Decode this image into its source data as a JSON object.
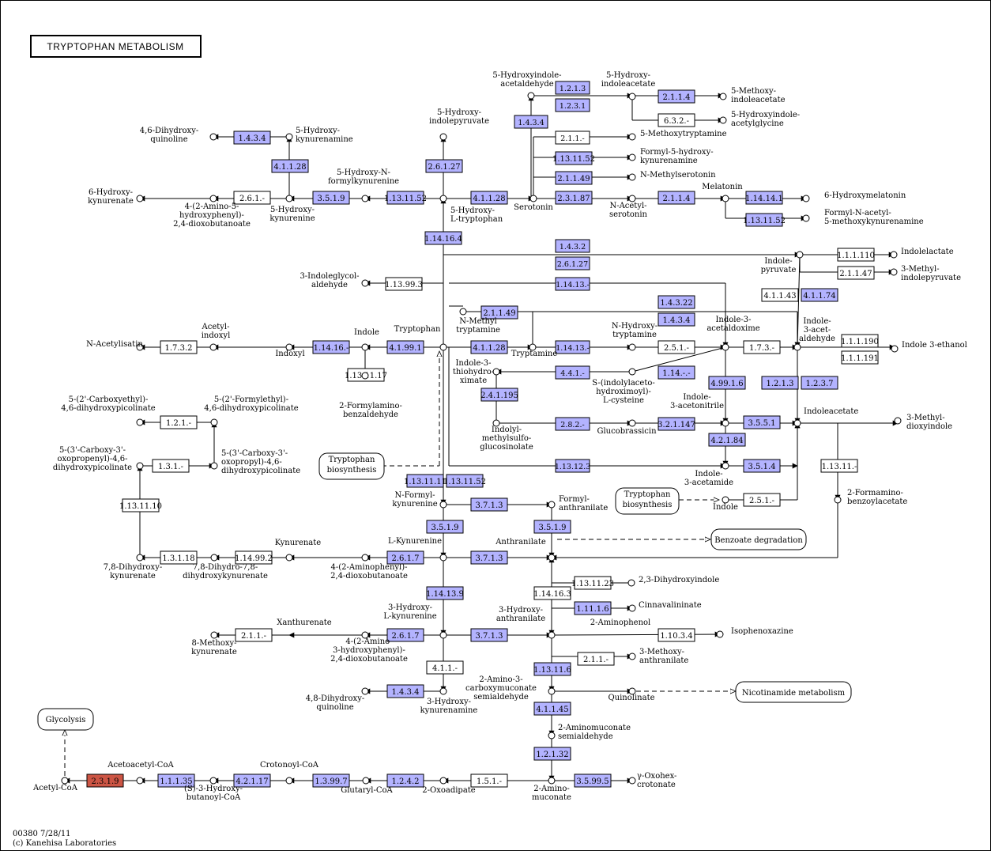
{
  "title": "TRYPTOPHAN METABOLISM",
  "footer": {
    "map_id": "00380 7/28/11",
    "copyright": "(c) Kanehisa Laboratories"
  },
  "colors": {
    "enzyme_present": "#b3b3ff",
    "enzyme_absent": "#ffffff",
    "enzyme_highlight": "#cc5544",
    "line": "#000000"
  },
  "enzymes": [
    {
      "label": "1.2.1.3",
      "hl": 1
    },
    {
      "label": "1.2.3.1",
      "hl": 1
    },
    {
      "label": "2.1.1.4",
      "hl": 1
    },
    {
      "label": "6.3.2.-",
      "hl": 0
    },
    {
      "label": "1.4.3.4",
      "hl": 1
    },
    {
      "label": "1.4.3.4",
      "hl": 1
    },
    {
      "label": "4.1.1.28",
      "hl": 1
    },
    {
      "label": "2.6.1.27",
      "hl": 1
    },
    {
      "label": "2.1.1.-",
      "hl": 0
    },
    {
      "label": "1.13.11.52",
      "hl": 1
    },
    {
      "label": "2.1.1.49",
      "hl": 1
    },
    {
      "label": "2.3.1.87",
      "hl": 1
    },
    {
      "label": "2.1.1.4",
      "hl": 1
    },
    {
      "label": "1.14.14.1",
      "hl": 1
    },
    {
      "label": "1.13.11.52",
      "hl": 1
    },
    {
      "label": "2.6.1.-",
      "hl": 0
    },
    {
      "label": "3.5.1.9",
      "hl": 1
    },
    {
      "label": "1.13.11.52",
      "hl": 1
    },
    {
      "label": "4.1.1.28",
      "hl": 1
    },
    {
      "label": "1.14.16.4",
      "hl": 1
    },
    {
      "label": "1.4.3.2",
      "hl": 1
    },
    {
      "label": "2.6.1.27",
      "hl": 1
    },
    {
      "label": "1.1.1.110",
      "hl": 0
    },
    {
      "label": "2.1.1.47",
      "hl": 0
    },
    {
      "label": "1.13.99.3",
      "hl": 0
    },
    {
      "label": "1.14.13.-",
      "hl": 1
    },
    {
      "label": "4.1.1.43",
      "hl": 0
    },
    {
      "label": "4.1.1.74",
      "hl": 1
    },
    {
      "label": "1.4.3.22",
      "hl": 1
    },
    {
      "label": "1.4.3.4",
      "hl": 1
    },
    {
      "label": "2.1.1.49",
      "hl": 1
    },
    {
      "label": "1.7.3.2",
      "hl": 0
    },
    {
      "label": "1.14.16.-",
      "hl": 1
    },
    {
      "label": "4.1.99.1",
      "hl": 1
    },
    {
      "label": "4.1.1.28",
      "hl": 1
    },
    {
      "label": "1.14.13.-",
      "hl": 1
    },
    {
      "label": "2.5.1.-",
      "hl": 0
    },
    {
      "label": "1.7.3.-",
      "hl": 0
    },
    {
      "label": "1.1.1.190",
      "hl": 0
    },
    {
      "label": "1.1.1.191",
      "hl": 0
    },
    {
      "label": "1.13.11.17",
      "hl": 0
    },
    {
      "label": "4.4.1.-",
      "hl": 1
    },
    {
      "label": "1.14.-.-",
      "hl": 1
    },
    {
      "label": "4.99.1.6",
      "hl": 1
    },
    {
      "label": "1.2.1.3",
      "hl": 1
    },
    {
      "label": "1.2.3.7",
      "hl": 1
    },
    {
      "label": "2.4.1.195",
      "hl": 1
    },
    {
      "label": "2.8.2.-",
      "hl": 1
    },
    {
      "label": "3.2.1.147",
      "hl": 1
    },
    {
      "label": "3.5.5.1",
      "hl": 1
    },
    {
      "label": "4.2.1.84",
      "hl": 1
    },
    {
      "label": "3.5.1.4",
      "hl": 1
    },
    {
      "label": "1.2.1.-",
      "hl": 0
    },
    {
      "label": "1.3.1.-",
      "hl": 0
    },
    {
      "label": "1.13.12.3",
      "hl": 1
    },
    {
      "label": "1.13.11.11",
      "hl": 1
    },
    {
      "label": "1.13.11.52",
      "hl": 1
    },
    {
      "label": "1.13.11.-",
      "hl": 0
    },
    {
      "label": "3.7.1.3",
      "hl": 1
    },
    {
      "label": "3.5.1.9",
      "hl": 1
    },
    {
      "label": "3.5.1.9",
      "hl": 1
    },
    {
      "label": "2.5.1.-",
      "hl": 0
    },
    {
      "label": "1.13.11.10",
      "hl": 0
    },
    {
      "label": "1.3.1.18",
      "hl": 0
    },
    {
      "label": "1.14.99.2",
      "hl": 0
    },
    {
      "label": "2.6.1.7",
      "hl": 1
    },
    {
      "label": "3.7.1.3",
      "hl": 1
    },
    {
      "label": "1.13.11.23",
      "hl": 0
    },
    {
      "label": "1.14.13.9",
      "hl": 1
    },
    {
      "label": "1.14.16.3",
      "hl": 0
    },
    {
      "label": "1.11.1.6",
      "hl": 1
    },
    {
      "label": "2.1.1.-",
      "hl": 0
    },
    {
      "label": "2.6.1.7",
      "hl": 1
    },
    {
      "label": "3.7.1.3",
      "hl": 1
    },
    {
      "label": "1.10.3.4",
      "hl": 0
    },
    {
      "label": "2.1.1.-",
      "hl": 0
    },
    {
      "label": "4.1.1.-",
      "hl": 0
    },
    {
      "label": "1.13.11.6",
      "hl": 1
    },
    {
      "label": "1.4.3.4",
      "hl": 1
    },
    {
      "label": "4.1.1.45",
      "hl": 1
    },
    {
      "label": "1.2.1.32",
      "hl": 1
    },
    {
      "label": "2.3.1.9",
      "hl": 2
    },
    {
      "label": "1.1.1.35",
      "hl": 1
    },
    {
      "label": "4.2.1.17",
      "hl": 1
    },
    {
      "label": "1.3.99.7",
      "hl": 1
    },
    {
      "label": "1.2.4.2",
      "hl": 1
    },
    {
      "label": "1.5.1.-",
      "hl": 0
    },
    {
      "label": "3.5.99.5",
      "hl": 1
    }
  ],
  "compounds": [
    "5-Hydroxyindole-",
    "acetaldehyde",
    "5-Hydroxy-",
    "indoleacetate",
    "5-Methoxy-",
    "indoleacetate",
    "5-Hydroxyindole-",
    "acetylglycine",
    "5-Hydroxy-",
    "indolepyruvate",
    "4,6-Dihydroxy-",
    "quinoline",
    "5-Hydroxy-",
    "kynurenamine",
    "5-Methoxytryptamine",
    "Formyl-5-hydroxy-",
    "kynurenamine",
    "N-Methylserotonin",
    "6-Hydroxy-",
    "kynurenate",
    "4-(2-Amino-5-",
    "hydroxyphenyl)-",
    "2,4-dioxobutanoate",
    "5-Hydroxy-",
    "kynurenine",
    "5-Hydroxy-N-",
    "formylkynurenine",
    "5-Hydroxy-",
    "L-tryptophan",
    "Serotonin",
    "N-Acetyl-",
    "serotonin",
    "Melatonin",
    "6-Hydroxymelatonin",
    "Formyl-N-acetyl-",
    "5-methoxykynurenamine",
    "Indole-",
    "pyruvate",
    "Indolelactate",
    "3-Methyl-",
    "indolepyruvate",
    "3-Indoleglycol-",
    "aldehyde",
    "Acetyl-",
    "indoxyl",
    "N-Acetylisatin",
    "Indoxyl",
    "Indole",
    "Tryptophan",
    "N-Methyl",
    "tryptamine",
    "Tryptamine",
    "N-Hydroxy-",
    "tryptamine",
    "Indole-3-",
    "acetaldoxime",
    "Indole-",
    "3-acet-",
    "aldehyde",
    "Indole 3-ethanol",
    "2-Formylamino-",
    "benzaldehyde",
    "Indole-3-",
    "thiohydro-",
    "ximate",
    "S-(indolylaceto-",
    "hydroximoyl)-",
    "L-cysteine",
    "Indolyl-",
    "methylsulfo-",
    "glucosinolate",
    "Glucobrassicin",
    "Indole-",
    "3-acetonitrile",
    "Indoleacetate",
    "3-Methyl-",
    "dioxyindole",
    "5-(2'-Carboxyethyl)-",
    "4,6-dihydroxypicolinate",
    "5-(2'-Formylethyl)-",
    "4,6-dihydroxypicolinate",
    "5-(3'-Carboxy-3'-",
    "oxopropenyl)-4,6-",
    "dihydroxypicolinate",
    "5-(3'-Carboxy-3'-",
    "oxopropyl)-4,6-",
    "dihydroxypicolinate",
    "Indole-",
    "3-acetamide",
    "2-Formamino-",
    "benzoylacetate",
    "Indole",
    "N-Formyl-",
    "kynurenine",
    "Formyl-",
    "anthranilate",
    "Kynurenate",
    "L-Kynurenine",
    "Anthranilate",
    "7,8-Dihydroxy-",
    "kynurenate",
    "7,8-Dihydro-7,8-",
    "dihydroxykynurenate",
    "4-(2-Aminophenyl)-",
    "2,4-dioxobutanoate",
    "2,3-Dihydroxyindole",
    "Cinnavalininate",
    "Xanthurenate",
    "3-Hydroxy-",
    "L-kynurenine",
    "3-Hydroxy-",
    "anthranilate",
    "2-Aminophenol",
    "Isophenoxazine",
    "8-Methoxy-",
    "kynurenate",
    "4-(2-Amino-",
    "3-hydroxyphenyl)-",
    "2,4-dioxobutanoate",
    "3-Methoxy-",
    "anthranilate",
    "4,8-Dihydroxy-",
    "quinoline",
    "3-Hydroxy-",
    "kynurenamine",
    "2-Amino-3-",
    "carboxymuconate",
    "semialdehyde",
    "Quinolinate",
    "2-Aminomuconate",
    "semialdehyde",
    "Acetoacetyl-CoA",
    "Crotonoyl-CoA",
    "Acetyl-CoA",
    "(S)-3-Hydroxy-",
    "butanoyl-CoA",
    "Glutaryl-CoA",
    "2-Oxoadipate",
    "2-Amino-",
    "muconate",
    "γ-Oxohex-",
    "crotonate"
  ],
  "maps": [
    "Tryptophan",
    "biosynthesis",
    "Tryptophan",
    "biosynthesis",
    "Benzoate degradation",
    "Nicotinamide metabolism",
    "Glycolysis"
  ]
}
